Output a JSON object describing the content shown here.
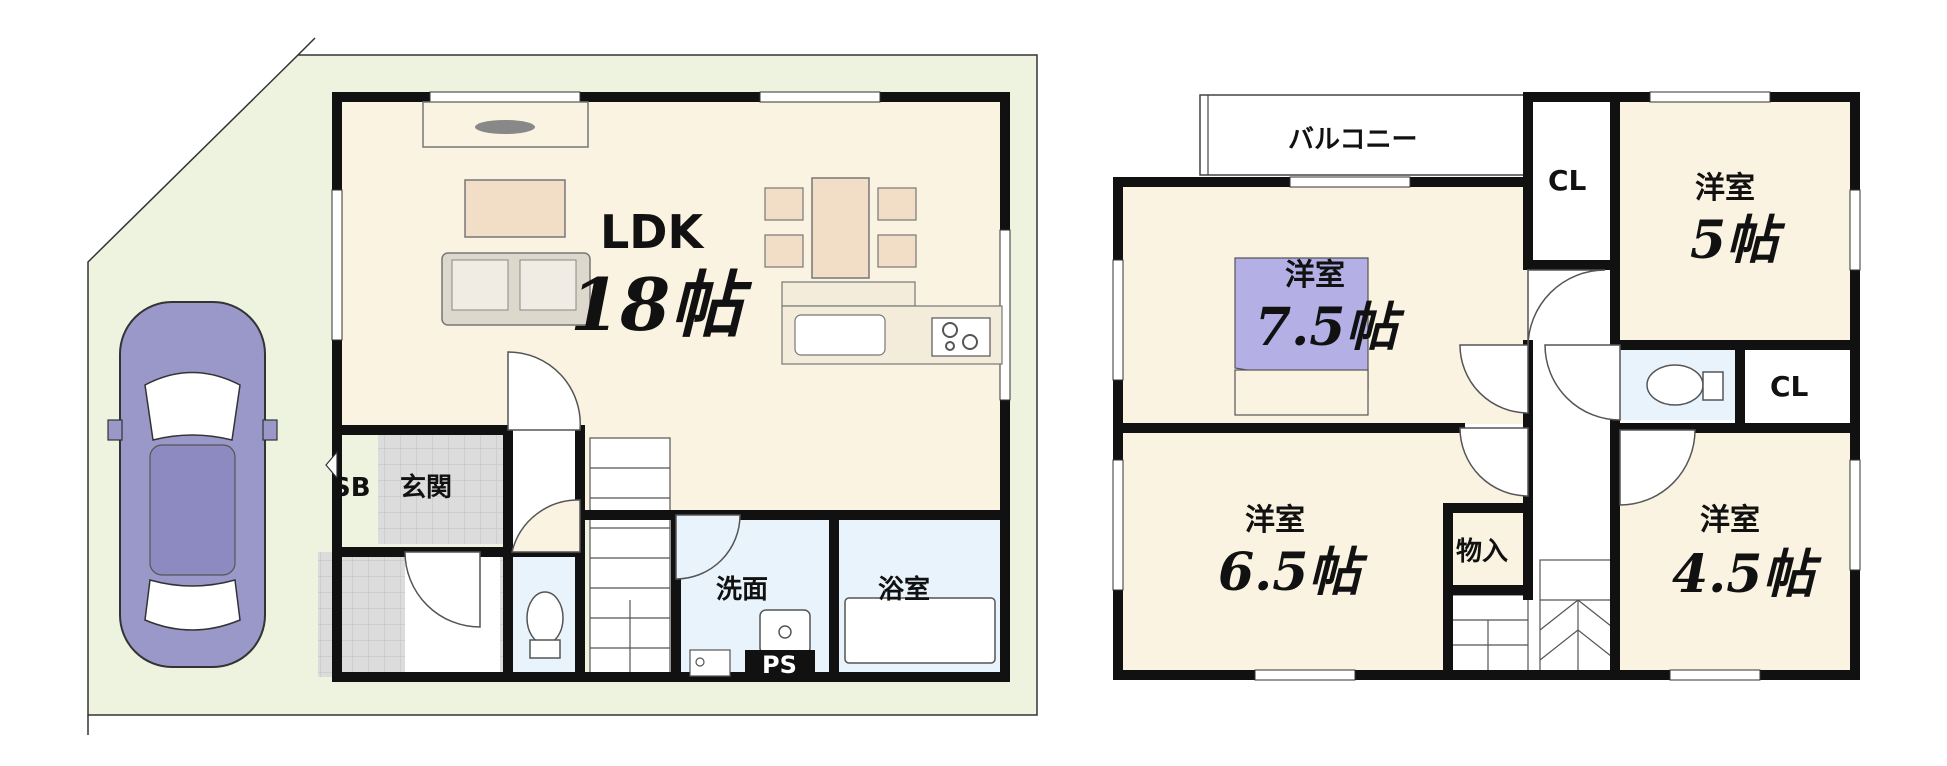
{
  "floor1": {
    "ldk": {
      "name": "LDK",
      "size": "18帖"
    },
    "sb": "SB",
    "entrance": "玄関",
    "washroom": "洗面",
    "bathroom": "浴室",
    "ps": "PS"
  },
  "floor2": {
    "balcony": "バルコニー",
    "cl_top": "CL",
    "cl_right": "CL",
    "bedroom_75": {
      "name": "洋室",
      "size": "7.5帖"
    },
    "bedroom_5": {
      "name": "洋室",
      "size": "5帖"
    },
    "bedroom_65": {
      "name": "洋室",
      "size": "6.5帖"
    },
    "bedroom_45": {
      "name": "洋室",
      "size": "4.5帖"
    },
    "storage": "物入"
  },
  "colors": {
    "lot": "#eef3df",
    "ldk_floor": "#faf3e2",
    "wall": "#111111",
    "bed": "#b4b0e6",
    "bath": "#e9f3fb",
    "tile": "#d9d9d9",
    "car": "#9a98c8"
  }
}
